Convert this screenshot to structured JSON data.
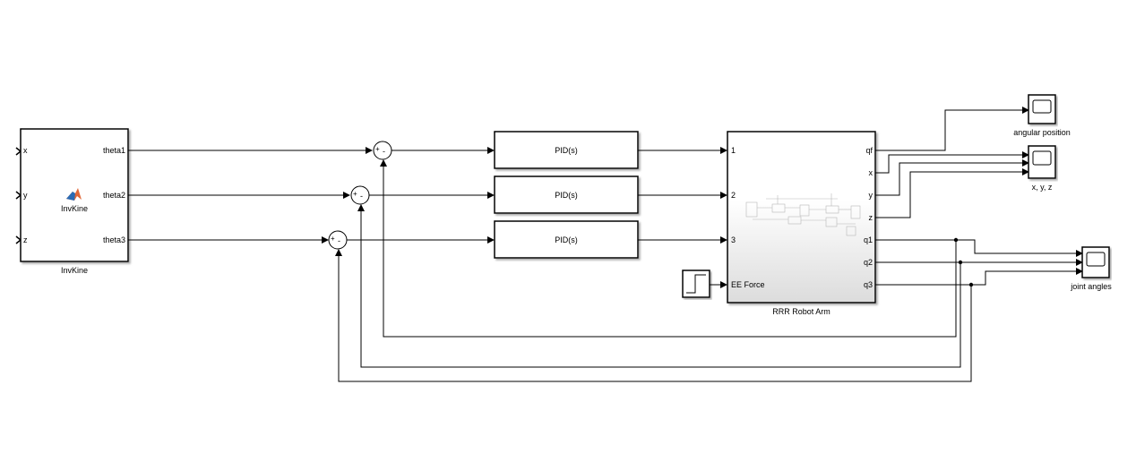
{
  "invkine": {
    "name": "InvKine",
    "inner_label": "InvKine",
    "inputs": [
      "x",
      "y",
      "z"
    ],
    "outputs": [
      "theta1",
      "theta2",
      "theta3"
    ]
  },
  "sums": [
    {
      "plus": "+",
      "minus": "-"
    },
    {
      "plus": "+",
      "minus": "-"
    },
    {
      "plus": "+",
      "minus": "-"
    }
  ],
  "pids": [
    "PID(s)",
    "PID(s)",
    "PID(s)"
  ],
  "robot": {
    "name": "RRR Robot Arm",
    "inputs": [
      "1",
      "2",
      "3",
      "EE Force"
    ],
    "outputs": [
      "qf",
      "x",
      "y",
      "z",
      "q1",
      "q2",
      "q3"
    ]
  },
  "scopes": [
    "angular position",
    "x, y, z",
    "joint angles"
  ],
  "step_block": "step-source",
  "colors": {
    "line": "#000000",
    "block_border": "#000000",
    "subsystem_fill": "#ececec"
  }
}
